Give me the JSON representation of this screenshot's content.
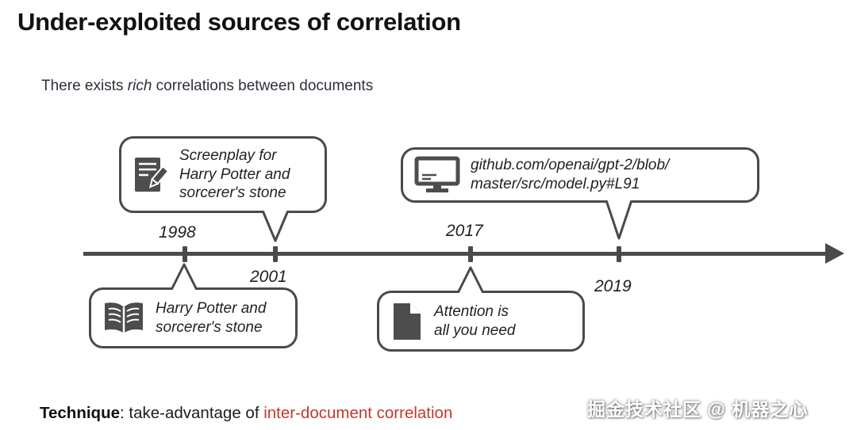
{
  "slide": {
    "title": "Under-exploited sources of correlation",
    "subtitle": {
      "pre": "There exists ",
      "emphasis": "rich",
      "post": " correlations between documents"
    }
  },
  "timeline": {
    "years": {
      "y1998": "1998",
      "y2001": "2001",
      "y2017": "2017",
      "y2019": "2019"
    }
  },
  "callouts": {
    "screenplay": {
      "icon": "script-pencil-icon",
      "lines": [
        "Screenplay for",
        "Harry Potter and",
        "sorcerer's stone"
      ]
    },
    "github": {
      "icon": "monitor-icon",
      "lines": [
        "github.com/openai/gpt-2/blob/",
        "master/src/model.py#L91"
      ]
    },
    "book": {
      "icon": "open-book-icon",
      "lines": [
        "Harry Potter and",
        "sorcerer's stone"
      ]
    },
    "attention": {
      "icon": "document-icon",
      "lines": [
        "Attention is",
        "all you need"
      ]
    }
  },
  "footer": {
    "technique_label": "Technique",
    "technique_rest": ": take-advantage of ",
    "technique_highlight": "inter-document correlation"
  },
  "watermark": "掘金技术社区 @ 机器之心",
  "colors": {
    "ink": "#4a4a4a",
    "highlight_red": "#c0392b"
  }
}
